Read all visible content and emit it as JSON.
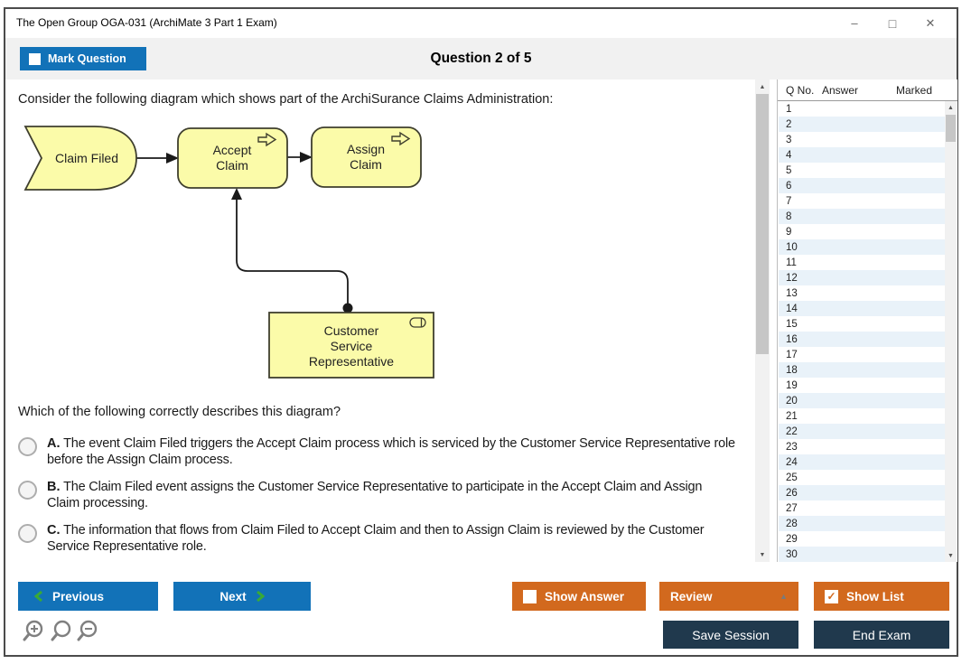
{
  "window": {
    "title": "The Open Group OGA-031 (ArchiMate 3 Part 1 Exam)",
    "controls": {
      "minimize": "–",
      "maximize": "□",
      "close": "✕"
    }
  },
  "header": {
    "mark_question": "Mark Question",
    "question_counter": "Question 2 of 5"
  },
  "question": {
    "intro": "Consider the following diagram which shows part of the ArchiSurance Claims Administration:",
    "prompt": "Which of the following correctly describes this diagram?",
    "options": [
      {
        "letter": "A.",
        "text": "The event Claim Filed triggers the Accept Claim process which is serviced by the Customer Service Representative role before the Assign Claim process."
      },
      {
        "letter": "B.",
        "text": "The Claim Filed event assigns the Customer Service Representative to participate in the Accept Claim and Assign Claim processing."
      },
      {
        "letter": "C.",
        "text": "The information that flows from Claim Filed to Accept Claim and then to Assign Claim is reviewed by the Customer Service Representative role."
      }
    ]
  },
  "diagram": {
    "event_label": "Claim Filed",
    "process1": [
      "Accept",
      "Claim"
    ],
    "process2": [
      "Assign",
      "Claim"
    ],
    "role": [
      "Customer",
      "Service",
      "Representative"
    ]
  },
  "sidebar": {
    "headers": [
      "Q No.",
      "Answer",
      "Marked"
    ],
    "rows": [
      {
        "q": "1",
        "answer": "",
        "marked": ""
      },
      {
        "q": "2",
        "answer": "",
        "marked": ""
      },
      {
        "q": "3",
        "answer": "",
        "marked": ""
      },
      {
        "q": "4",
        "answer": "",
        "marked": ""
      },
      {
        "q": "5",
        "answer": "",
        "marked": ""
      },
      {
        "q": "6",
        "answer": "",
        "marked": ""
      },
      {
        "q": "7",
        "answer": "",
        "marked": ""
      },
      {
        "q": "8",
        "answer": "",
        "marked": ""
      },
      {
        "q": "9",
        "answer": "",
        "marked": ""
      },
      {
        "q": "10",
        "answer": "",
        "marked": ""
      },
      {
        "q": "11",
        "answer": "",
        "marked": ""
      },
      {
        "q": "12",
        "answer": "",
        "marked": ""
      },
      {
        "q": "13",
        "answer": "",
        "marked": ""
      },
      {
        "q": "14",
        "answer": "",
        "marked": ""
      },
      {
        "q": "15",
        "answer": "",
        "marked": ""
      },
      {
        "q": "16",
        "answer": "",
        "marked": ""
      },
      {
        "q": "17",
        "answer": "",
        "marked": ""
      },
      {
        "q": "18",
        "answer": "",
        "marked": ""
      },
      {
        "q": "19",
        "answer": "",
        "marked": ""
      },
      {
        "q": "20",
        "answer": "",
        "marked": ""
      },
      {
        "q": "21",
        "answer": "",
        "marked": ""
      },
      {
        "q": "22",
        "answer": "",
        "marked": ""
      },
      {
        "q": "23",
        "answer": "",
        "marked": ""
      },
      {
        "q": "24",
        "answer": "",
        "marked": ""
      },
      {
        "q": "25",
        "answer": "",
        "marked": ""
      },
      {
        "q": "26",
        "answer": "",
        "marked": ""
      },
      {
        "q": "27",
        "answer": "",
        "marked": ""
      },
      {
        "q": "28",
        "answer": "",
        "marked": ""
      },
      {
        "q": "29",
        "answer": "",
        "marked": ""
      },
      {
        "q": "30",
        "answer": "",
        "marked": ""
      }
    ]
  },
  "footer": {
    "previous": "Previous",
    "next": "Next",
    "show_answer": "Show Answer",
    "review": "Review",
    "show_list": "Show List",
    "show_list_check": "✓",
    "save_session": "Save Session",
    "end_exam": "End Exam"
  },
  "colors": {
    "blue": "#1272b8",
    "orange": "#d2691e",
    "navy": "#20394d",
    "green": "#3aaa35",
    "diagram_fill": "#fbfba9",
    "diagram_border": "#3f3f2e"
  }
}
